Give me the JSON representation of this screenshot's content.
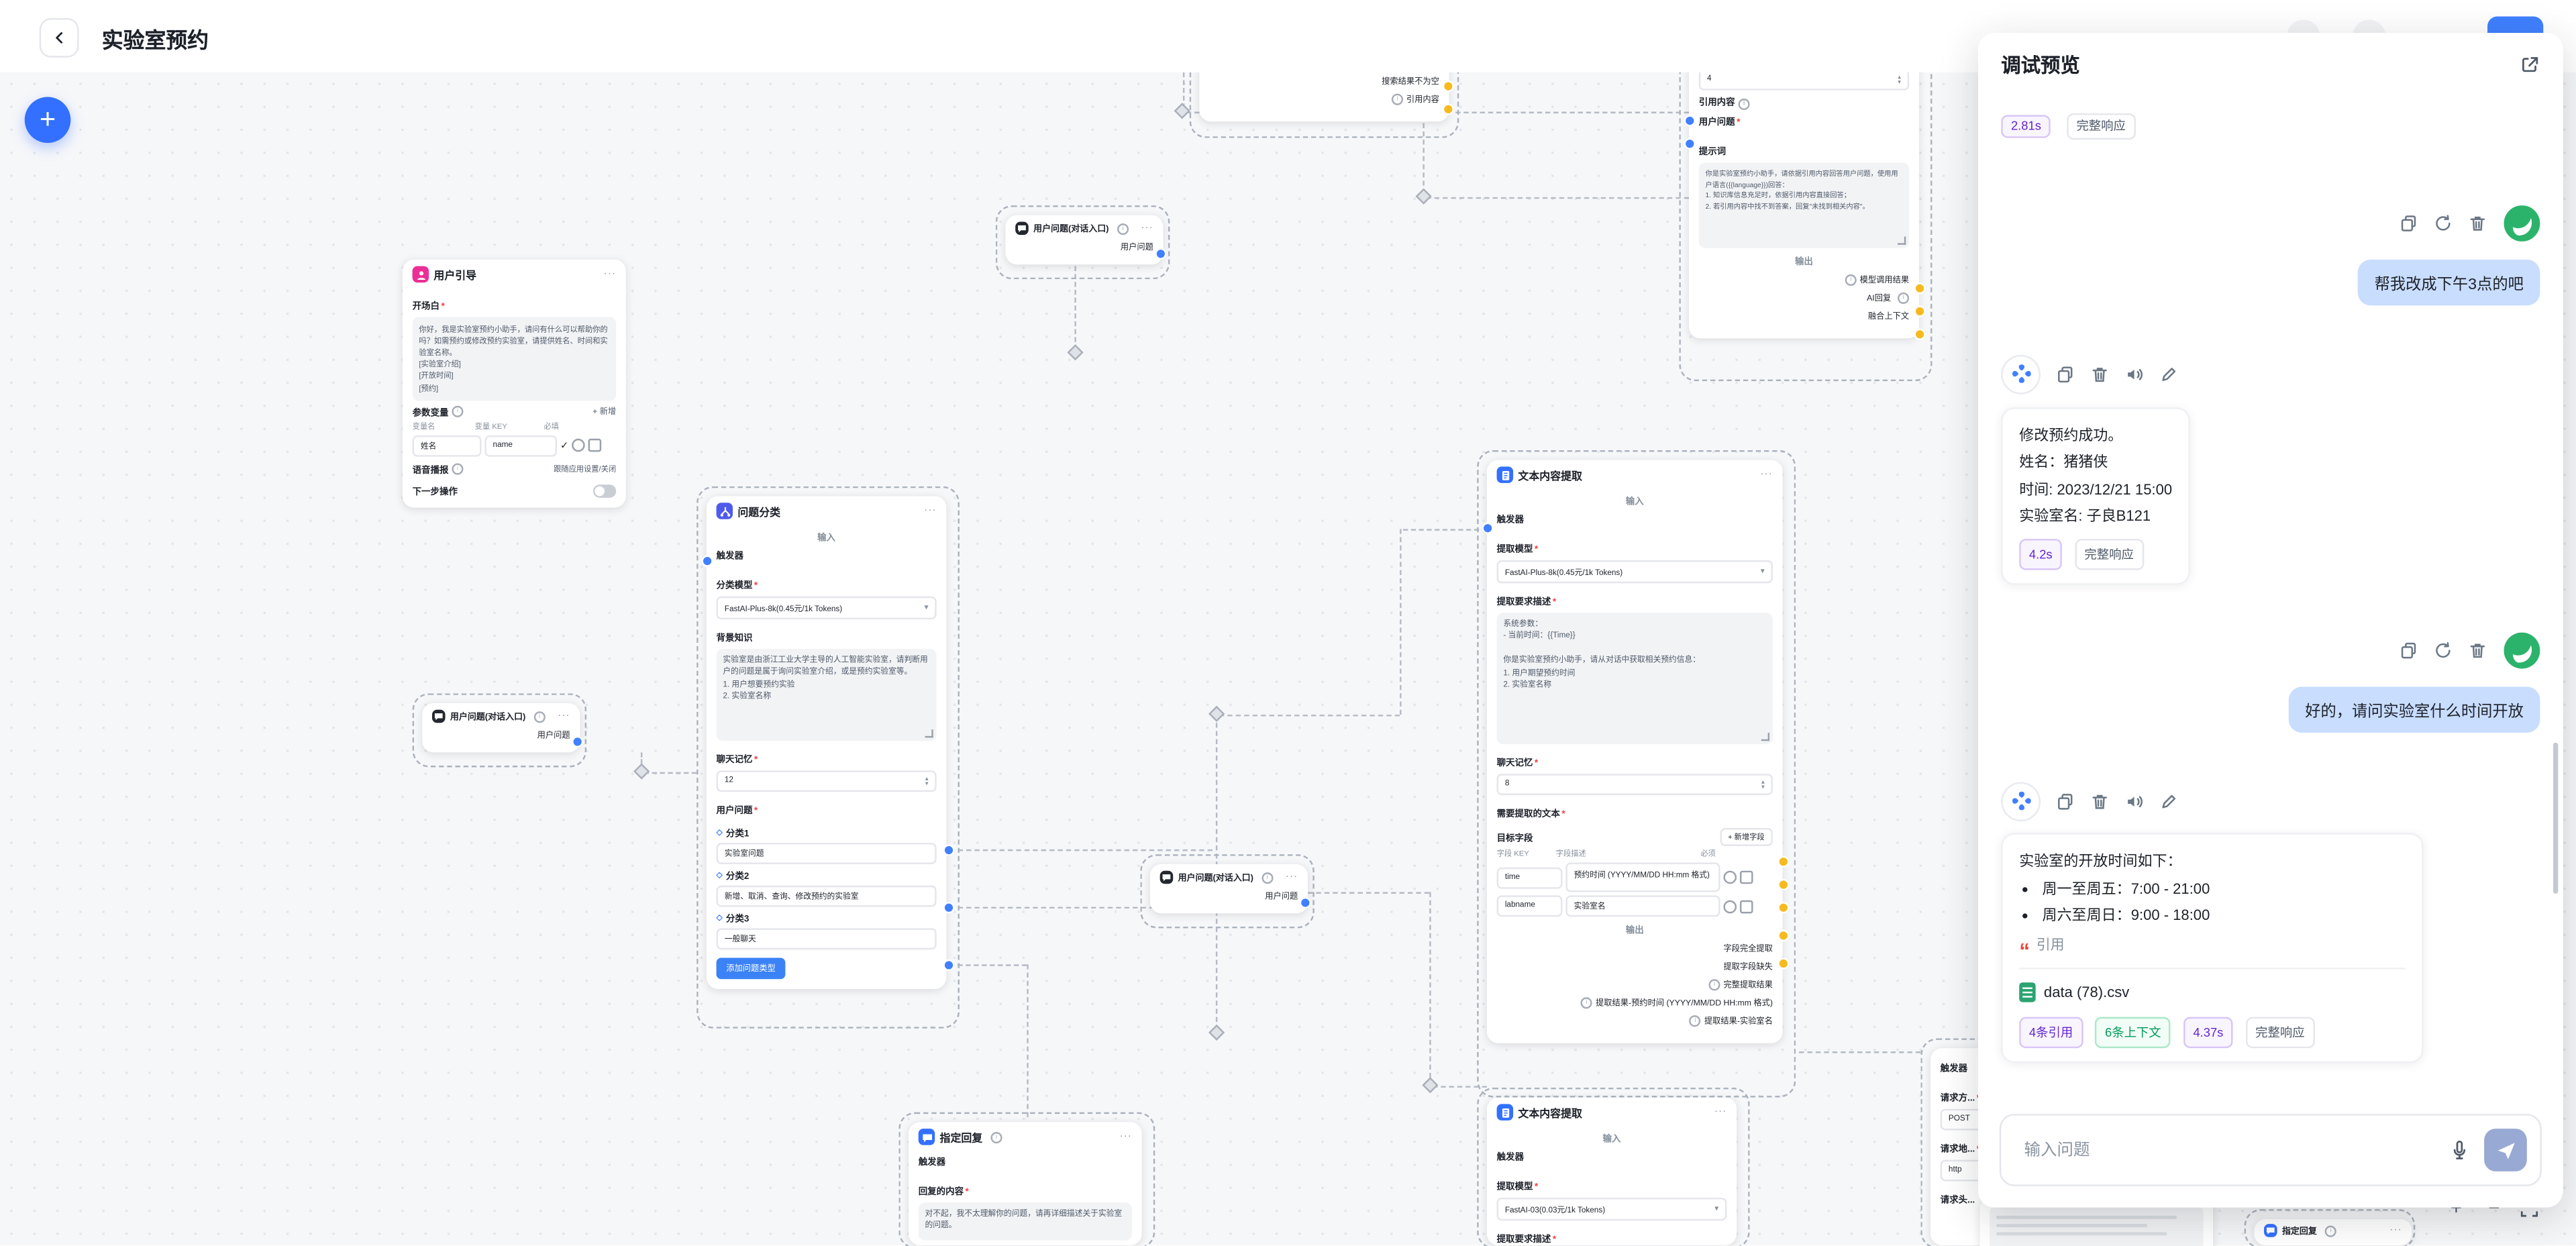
{
  "icons": {
    "more": "···",
    "chevron_down": "▾",
    "check": "✓",
    "diamond": "◇",
    "up": "▴",
    "down": "▾",
    "plus": "+",
    "minus": "−",
    "quote": "“"
  },
  "topbar": {
    "title": "实验室预约"
  },
  "canvas": {
    "nodes": {
      "user_guide": {
        "title": "用户引导",
        "opening_label": "开场白",
        "opening_text": "你好，我是实验室预约小助手，请问有什么可以帮助你的吗？如需预约或修改预约实验室，请提供姓名、时间和实验室名称。\n[实验室介绍]\n[开放时间]\n[预约]",
        "params_label": "参数变量",
        "add_new": "+ 新增",
        "col_name": "变量名",
        "col_key": "变量 KEY",
        "col_required": "必填",
        "row_name": "姓名",
        "row_key": "name",
        "voice_label": "语音播报",
        "voice_value": "跟随应用设置/关闭",
        "next_label": "下一步操作"
      },
      "question_entry": {
        "title": "用户问题(对话入口)",
        "output": "用户问题"
      },
      "classify": {
        "title": "问题分类",
        "section_input": "输入",
        "trigger": "触发器",
        "model_label": "分类模型",
        "model_value": "FastAI-Plus-8k(0.45元/1k Tokens)",
        "bg_label": "背景知识",
        "bg_text": "实验室是由浙江工业大学主导的人工智能实验室，请判断用户的问题是属于询问实验室介绍，或是预约实验室等。\n1. 用户想要预约实验\n2. 实验室名称",
        "memory_label": "聊天记忆",
        "memory_value": "12",
        "question_label": "用户问题",
        "categories": [
          {
            "label": "分类1",
            "value": "实验室问题"
          },
          {
            "label": "分类2",
            "value": "新增、取消、查询、修改预约的实验室"
          },
          {
            "label": "分类3",
            "value": "一般聊天"
          }
        ],
        "add_category": "添加问题类型"
      },
      "extract_main": {
        "title": "文本内容提取",
        "section_input": "输入",
        "trigger": "触发器",
        "model_label": "提取模型",
        "model_value": "FastAI-Plus-8k(0.45元/1k Tokens)",
        "desc_label": "提取要求描述",
        "desc_text": "系统参数：\n- 当前时间：{{Time}}\n\n你是实验室预约小助手，请从对话中获取相关预约信息：\n1. 用户期望预约时间\n2. 实验室名称",
        "memory_label": "聊天记忆",
        "memory_value": "8",
        "text_label": "需要提取的文本",
        "target_label": "目标字段",
        "add_field": "+ 新增字段",
        "col_key": "字段 KEY",
        "col_desc": "字段描述",
        "col_required": "必须",
        "fields": [
          {
            "key": "time",
            "desc": "预约时间 (YYYY/MM/DD HH:mm 格式)"
          },
          {
            "key": "labname",
            "desc": "实验室名"
          }
        ],
        "section_output": "输出",
        "outputs": [
          "字段完全提取",
          "提取字段缺失",
          "完整提取结果",
          "提取结果-预约时间 (YYYY/MM/DD HH:mm 格式)",
          "提取结果-实验室名"
        ]
      },
      "search_partial": {
        "outputs": [
          "搜索结果不为空",
          "引用内容"
        ]
      },
      "llm": {
        "memory_value": "4",
        "input_ref": "引用内容",
        "input_question": "用户问题",
        "prompt_label": "提示词",
        "prompt_text": "你是实验室预约小助手，请依据引用内容回答用户问题，使用用户语言({{language}})回答：\n1. 知识库信息充足时，依据引用内容直接回答；\n2. 若引用内容中找不到答案，回复\"未找到相关内容\"。",
        "section_output": "输出",
        "outputs": [
          "模型调用结果",
          "AI回复",
          "融合上下文"
        ]
      },
      "extract_bottom": {
        "title": "文本内容提取",
        "section_input": "输入",
        "trigger": "触发器",
        "model_label": "提取模型",
        "model_value": "FastAI-03(0.03元/1k Tokens)",
        "desc_label": "提取要求描述"
      },
      "reply": {
        "title": "指定回复",
        "trigger": "触发器",
        "content_label": "回复的内容",
        "content_text": "对不起，我不太理解你的问题，请再详细描述关于实验室的问题。"
      },
      "http": {
        "trigger": "触发器",
        "method_label": "请求方...",
        "method_value": "POST",
        "url_label": "请求地...",
        "url_value": "http",
        "headers_label": "请求头..."
      },
      "reply_mini": {
        "title": "指定回复"
      }
    }
  },
  "debug": {
    "title": "调试预览",
    "turn_prev": {
      "time_badge": "2.81s",
      "status_badge": "完整响应"
    },
    "user_msg1": "帮我改成下午3点的吧",
    "bot_msg1": {
      "lines": [
        "修改预约成功。",
        "姓名：猪猪侠",
        "时间: 2023/12/21 15:00",
        "实验室名: 子良B121"
      ],
      "time_badge": "4.2s",
      "status_badge": "完整响应"
    },
    "user_msg2": "好的，请问实验室什么时间开放",
    "bot_msg2": {
      "intro": "实验室的开放时间如下：",
      "bullets": [
        "周一至周五：7:00 - 21:00",
        "周六至周日：9:00 - 18:00"
      ],
      "quote_label": "引用",
      "file_name": "data (78).csv",
      "badge_refs": "4条引用",
      "badge_context": "6条上下文",
      "badge_time": "4.37s",
      "badge_status": "完整响应"
    },
    "input_placeholder": "输入问题"
  }
}
